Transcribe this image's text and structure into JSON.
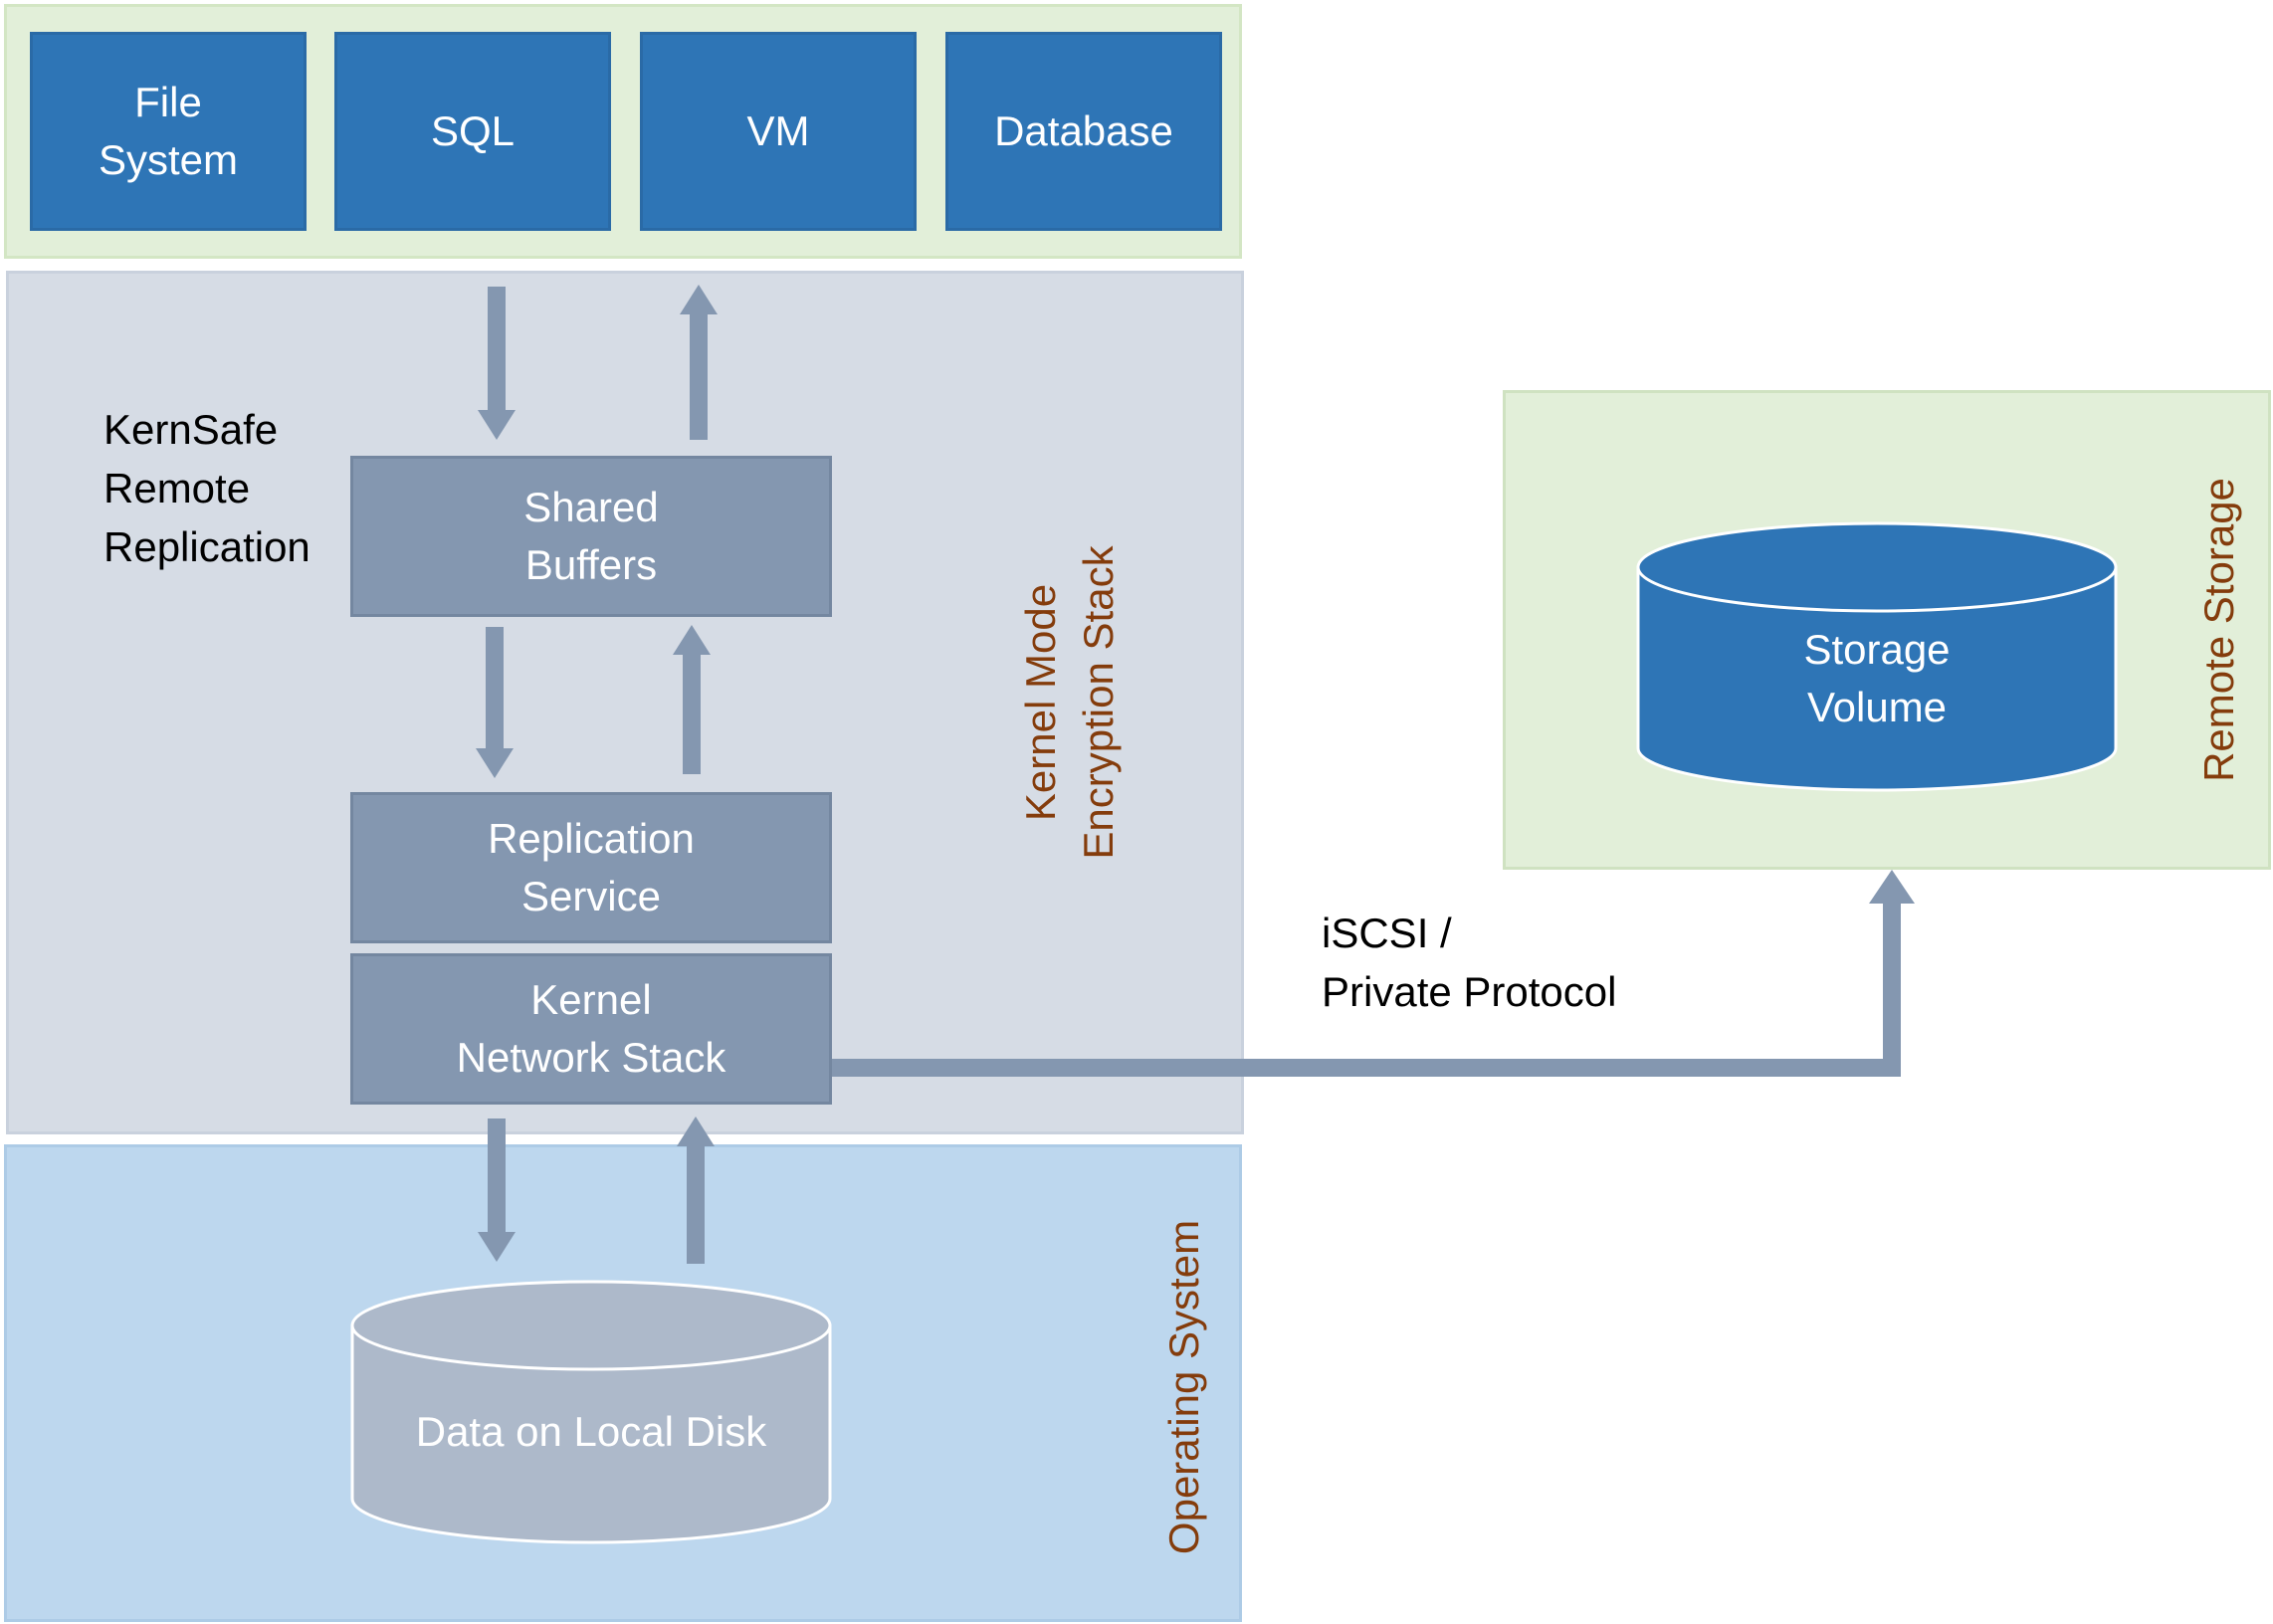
{
  "apps": [
    "File\nSystem",
    "SQL",
    "VM",
    "Database"
  ],
  "product_label": "KernSafe\nRemote\nReplication",
  "shared_buffers": "Shared\nBuffers",
  "replication_service": "Replication\nService",
  "kernel_network_stack": "Kernel\nNetwork Stack",
  "kernel_stack_label": "Kernel Mode\nEncryption Stack",
  "os_label": "Operating System",
  "local_disk": "Data on Local Disk",
  "protocol_label": "iSCSI /\nPrivate Protocol",
  "remote_label": "Remote Storage",
  "storage_volume": "Storage\nVolume",
  "colors": {
    "app_blue": "#2e75b6",
    "grey_box": "#8497b0",
    "arrow": "#8497b0",
    "disk_grey": "#adb9ca",
    "vertical_label": "#843c0c"
  }
}
